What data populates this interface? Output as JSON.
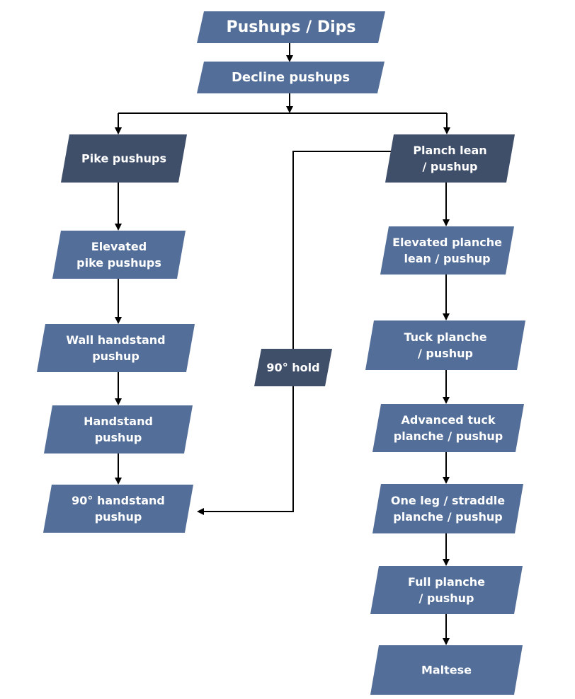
{
  "colors": {
    "node": "#536e98",
    "node_dark": "#3f4e69",
    "connector": "#000000",
    "text": "#ffffff"
  },
  "nodes": {
    "root": [
      "Pushups / Dips"
    ],
    "decline": [
      "Decline pushups"
    ],
    "pike": [
      "Pike pushups"
    ],
    "planch_lean": [
      "Planch lean",
      "/ pushup"
    ],
    "elevated_pike": [
      "Elevated",
      "pike pushups"
    ],
    "wall_handstand": [
      "Wall handstand",
      "pushup"
    ],
    "handstand": [
      "Handstand",
      "pushup"
    ],
    "handstand_90": [
      "90° handstand",
      "pushup"
    ],
    "hold_90": [
      "90° hold"
    ],
    "elevated_planche": [
      "Elevated planche",
      "lean / pushup"
    ],
    "tuck_planche": [
      "Tuck planche",
      "/ pushup"
    ],
    "adv_tuck": [
      "Advanced tuck",
      "planche / pushup"
    ],
    "one_leg": [
      "One leg / straddle",
      "planche / pushup"
    ],
    "full_planche": [
      "Full planche",
      "/ pushup"
    ],
    "maltese": [
      "Maltese"
    ]
  }
}
